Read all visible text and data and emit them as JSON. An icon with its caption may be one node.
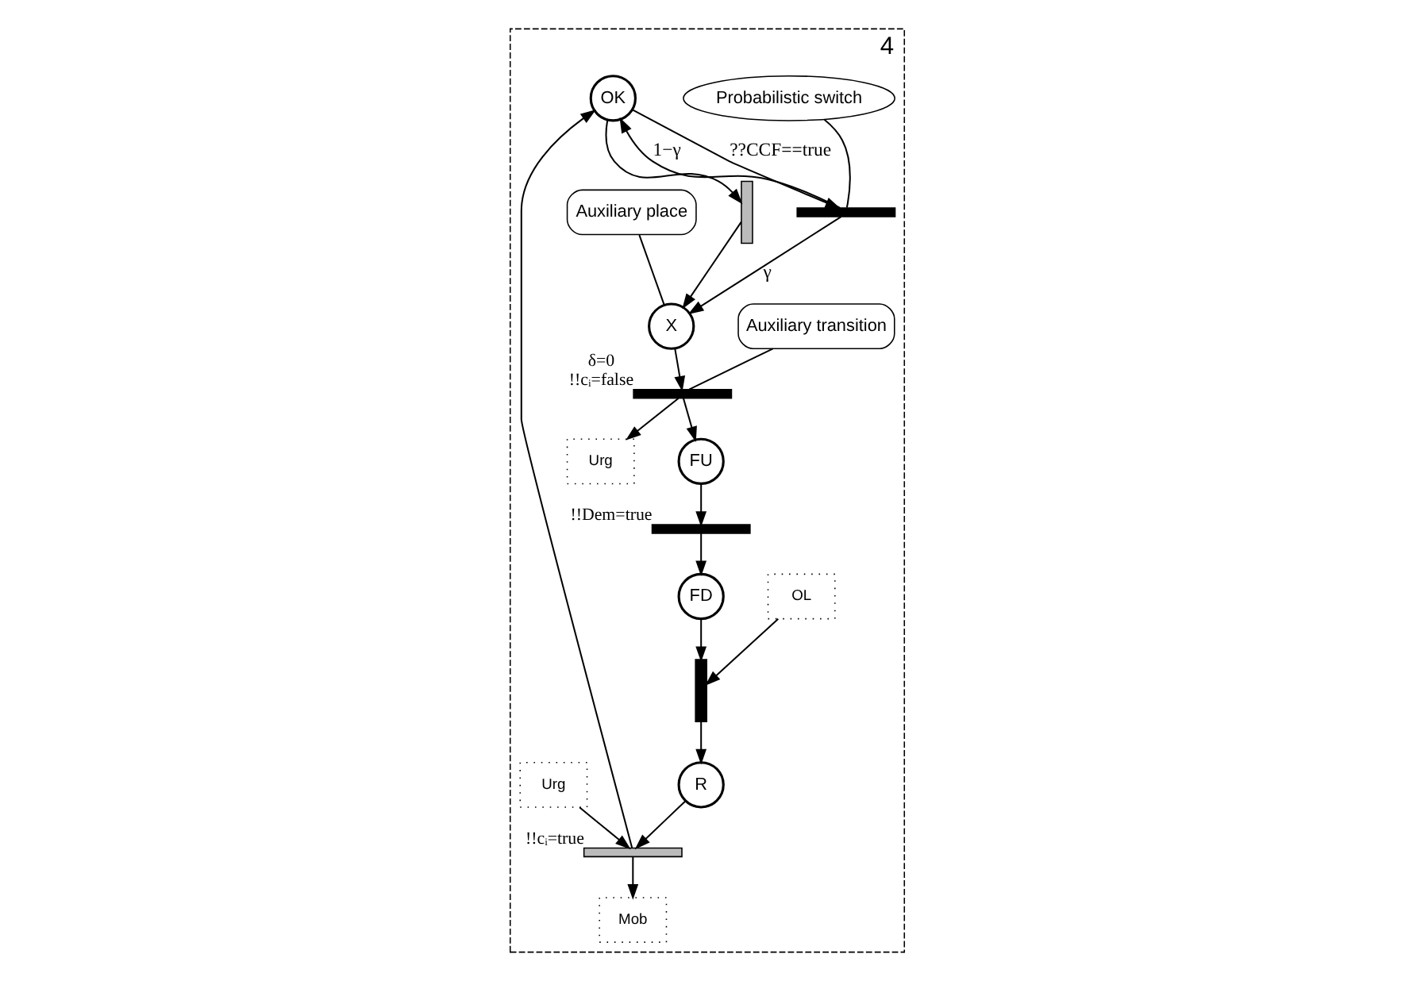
{
  "diagram": {
    "nodes": [
      {
        "text": [
          "4"
        ]
      },
      {
        "text": [
          "OK"
        ],
        "in": 0
      },
      {
        "text": [],
        "shape": "bar",
        "in": 0
      },
      {
        "text": [
          "Probabilistic switch"
        ],
        "in": 0
      },
      {
        "text": [
          "X"
        ],
        "in": 0
      },
      {
        "text": [
          "Auxiliary place"
        ],
        "in": 0
      },
      {
        "text": [],
        "shape": "bar",
        "in": 0
      },
      {
        "text": [],
        "shape": "bar",
        "in": 0,
        "beside": [
          "δ=0",
          "!!cᵢ=false"
        ]
      },
      {
        "text": [
          "Auxiliary transition"
        ],
        "in": 0
      },
      {
        "text": [
          "Urg"
        ],
        "in": 0
      },
      {
        "text": [
          "FU"
        ],
        "in": 0
      },
      {
        "text": [],
        "shape": "bar",
        "in": 0,
        "beside": [
          "!!Dem=true"
        ]
      },
      {
        "text": [
          "FD"
        ],
        "in": 0
      },
      {
        "text": [
          "OL"
        ],
        "in": 0
      },
      {
        "text": [],
        "shape": "bar",
        "in": 0
      },
      {
        "text": [
          "R"
        ],
        "in": 0
      },
      {
        "text": [],
        "shape": "bar",
        "in": 0,
        "beside": [
          "!!cᵢ=true"
        ]
      },
      {
        "text": [
          "Mob"
        ],
        "in": 0
      },
      {
        "text": [
          "Urg"
        ],
        "in": 0
      }
    ],
    "edges": [
      {
        "from": 1,
        "to": 2,
        "arrow": "to",
        "label": "??CCF==true"
      },
      {
        "from": 2,
        "to": 1,
        "arrow": "to",
        "label": "1−γ"
      },
      {
        "from": 2,
        "to": 4,
        "arrow": "to",
        "label": "γ"
      },
      {
        "from": 3,
        "to": 2,
        "arrow": "none"
      },
      {
        "from": 5,
        "to": 4,
        "arrow": "none"
      },
      {
        "from": 1,
        "to": 6,
        "arrow": "to"
      },
      {
        "from": 6,
        "to": 4,
        "arrow": "to"
      },
      {
        "from": 4,
        "to": 7,
        "arrow": "to"
      },
      {
        "from": 8,
        "to": 7,
        "arrow": "none"
      },
      {
        "from": 7,
        "to": 9,
        "arrow": "to"
      },
      {
        "from": 7,
        "to": 10,
        "arrow": "to"
      },
      {
        "from": 10,
        "to": 11,
        "arrow": "to"
      },
      {
        "from": 11,
        "to": 12,
        "arrow": "to"
      },
      {
        "from": 12,
        "to": 14,
        "arrow": "to"
      },
      {
        "from": 13,
        "to": 14,
        "arrow": "to"
      },
      {
        "from": 14,
        "to": 15,
        "arrow": "to"
      },
      {
        "from": 15,
        "to": 16,
        "arrow": "to"
      },
      {
        "from": 18,
        "to": 16,
        "arrow": "to"
      },
      {
        "from": 16,
        "to": 17,
        "arrow": "to"
      },
      {
        "from": 16,
        "to": 1,
        "arrow": "to"
      }
    ]
  }
}
